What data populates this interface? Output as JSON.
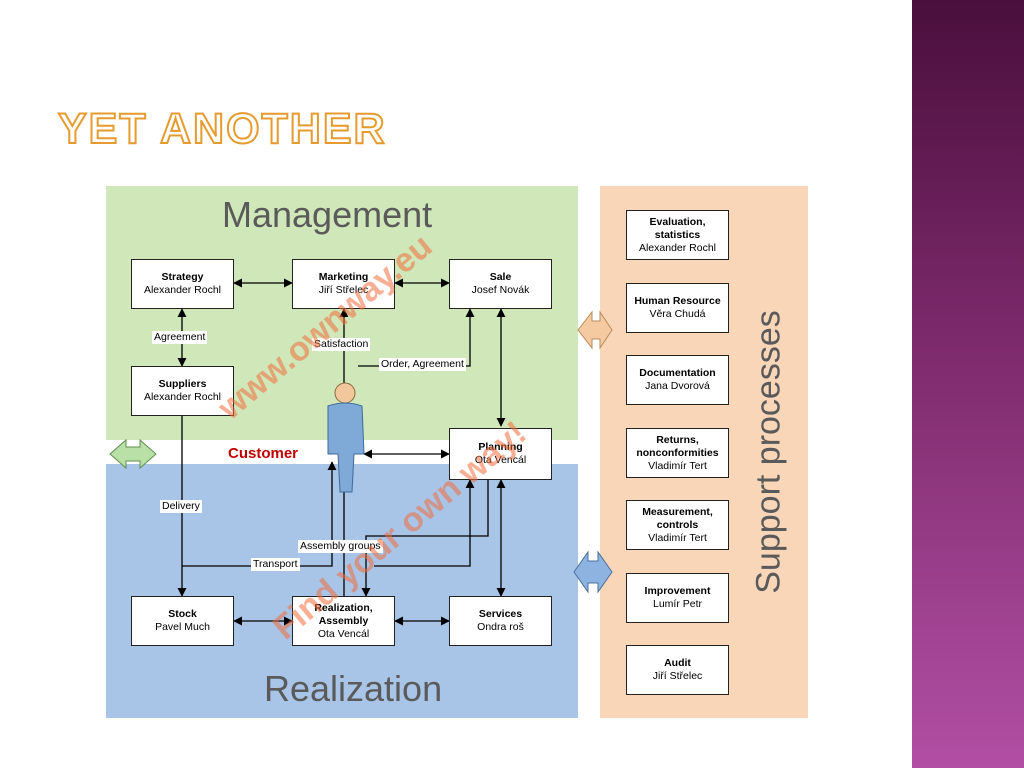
{
  "slide": {
    "title": "YET ANOTHER",
    "colors": {
      "title_outline": "#e59b2d",
      "side_band": "#7d2a6c"
    }
  },
  "diagram": {
    "management_label": "Management",
    "realization_label": "Realization",
    "support_label": "Support processes",
    "customer_label": "Customer",
    "colors": {
      "management": "#cfe7b9",
      "realization": "#a8c4e6",
      "support": "#f9d6b8",
      "customer_text": "#c00000"
    },
    "boxes": {
      "strategy": {
        "title": "Strategy",
        "person": "Alexander Rochl"
      },
      "marketing": {
        "title": "Marketing",
        "person": "Jiří Střelec"
      },
      "sale": {
        "title": "Sale",
        "person": "Josef Novák"
      },
      "suppliers": {
        "title": "Suppliers",
        "person": "Alexander Rochl"
      },
      "planning": {
        "title": "Planning",
        "person": "Ota Vencál"
      },
      "stock": {
        "title": "Stock",
        "person": "Pavel Much"
      },
      "realization_assembly": {
        "title1": "Realization,",
        "title2": "Assembly",
        "person": "Ota Vencál"
      },
      "services": {
        "title": "Services",
        "person": "Ondra roš"
      }
    },
    "support_boxes": [
      {
        "title1": "Evaluation,",
        "title2": "statistics",
        "person": "Alexander Rochl"
      },
      {
        "title1": "Human Resource",
        "title2": "",
        "person": "Věra Chudá"
      },
      {
        "title1": "Documentation",
        "title2": "",
        "person": "Jana Dvorová"
      },
      {
        "title1": "Returns,",
        "title2": "nonconformities",
        "person": "Vladimír Tert"
      },
      {
        "title1": "Measurement,",
        "title2": "controls",
        "person": "Vladimír Tert"
      },
      {
        "title1": "Improvement",
        "title2": "",
        "person": "Lumír Petr"
      },
      {
        "title1": "Audit",
        "title2": "",
        "person": "Jiří Střelec"
      }
    ],
    "edge_labels": {
      "agreement": "Agreement",
      "satisfaction": "Satisfaction",
      "order_agreement": "Order, Agreement",
      "delivery": "Delivery",
      "assembly_groups": "Assembly groups",
      "transport": "Transport"
    },
    "watermarks": {
      "url": "www.ownway.eu",
      "tagline": "Find your own way!"
    }
  }
}
